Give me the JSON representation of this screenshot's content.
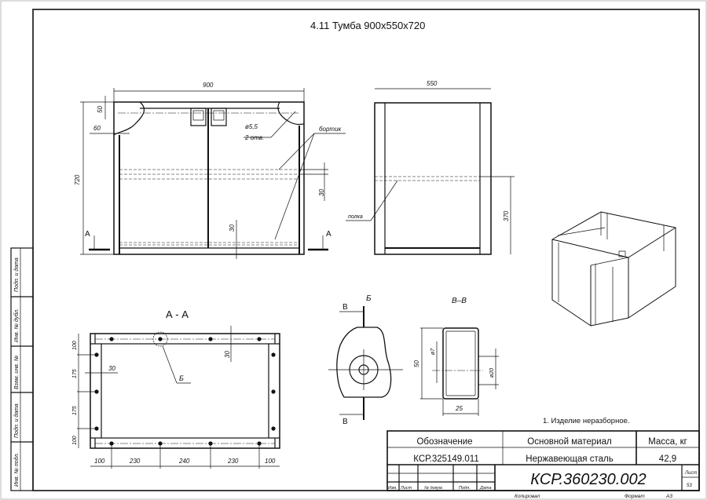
{
  "title": "4.11 Тумба 900x550x720",
  "front_view": {
    "dim_width": "900",
    "dim_height": "720",
    "dim_top": "50",
    "dim_side": "60",
    "hole_diameter": "ø5,5",
    "hole_count": "2 отв.",
    "label_rim": "бортик",
    "dim_rim": "30",
    "dim_bottom": "30",
    "section_mark": "А"
  },
  "side_view": {
    "dim_depth": "550",
    "dim_shelf": "370",
    "label_shelf": "полка"
  },
  "section_aa": {
    "title": "А - А",
    "dims_bottom": [
      "100",
      "230",
      "240",
      "230",
      "100"
    ],
    "dims_left": [
      "100",
      "175",
      "175",
      "100"
    ],
    "dim_inner": "30",
    "dim_rail": "30",
    "detail_ref": "Б"
  },
  "detail_b": {
    "title": "Б",
    "section_mark": "В"
  },
  "section_vv": {
    "title": "В–В",
    "dim_height": "50",
    "dim_width": "25",
    "dim_hole_small": "ø7",
    "dim_hole_large": "ø20"
  },
  "note": "1. Изделие неразборное.",
  "stamp_side": [
    "Подп. и дата",
    "Инв. № дубл.",
    "Взам. инв. №",
    "Подп. и дата",
    "Инв. № подл."
  ],
  "title_block": {
    "headers": [
      "Обозначение",
      "Основной материал",
      "Масса, кг"
    ],
    "values": [
      "КСР.325149.011",
      "Нержавеющая сталь",
      "42,9"
    ],
    "doc_code": "КСР.360230.002",
    "small_cols": [
      "Изм.",
      "Лист",
      "№ докум.",
      "Подп.",
      "Дата"
    ],
    "sheet_label": "Лист",
    "sheet_number": "53",
    "copied": "Копировал",
    "format_label": "Формат",
    "format_value": "А3"
  }
}
